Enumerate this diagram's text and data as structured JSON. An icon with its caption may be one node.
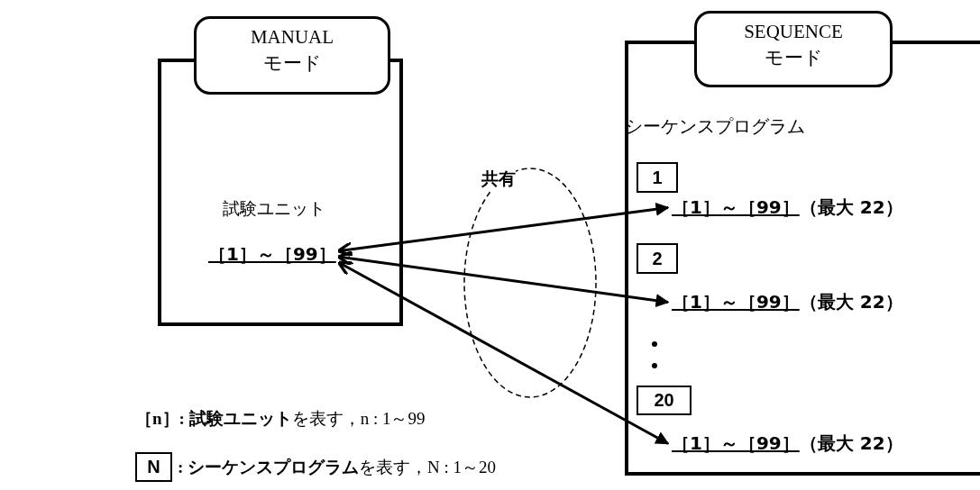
{
  "diagram": {
    "nodes": [
      {
        "text": [
          "MANUAL モード"
        ]
      },
      {
        "text": [
          "試験ユニット"
        ]
      },
      {
        "text": [
          "［1］～［99］"
        ],
        "in": 1
      },
      {
        "text": [
          "SEQUENCE モード"
        ]
      },
      {
        "text": [
          "シーケンスプログラム"
        ]
      },
      {
        "text": [
          "1"
        ],
        "in": 4
      },
      {
        "text": [
          "［1］～［99］（最大 22）"
        ],
        "in": 4
      },
      {
        "text": [
          "2"
        ],
        "in": 4
      },
      {
        "text": [
          "［1］～［99］（最大 22）"
        ],
        "in": 4
      },
      {
        "text": [
          "20"
        ],
        "in": 4
      },
      {
        "text": [
          "［1］～［99］（最大 22）"
        ],
        "in": 4
      },
      {
        "text": [
          "N"
        ]
      }
    ],
    "edges": [
      {
        "from": 2,
        "to": 6,
        "arrow": "both"
      },
      {
        "from": 2,
        "to": 8,
        "arrow": "both"
      },
      {
        "from": 2,
        "to": 10,
        "arrow": "both"
      }
    ],
    "labels": [
      "共有",
      "**［n］: 試験ユニット**を表す，n : 1～99",
      "**: シーケンスプログラム**を表す，N : 1～20"
    ]
  }
}
